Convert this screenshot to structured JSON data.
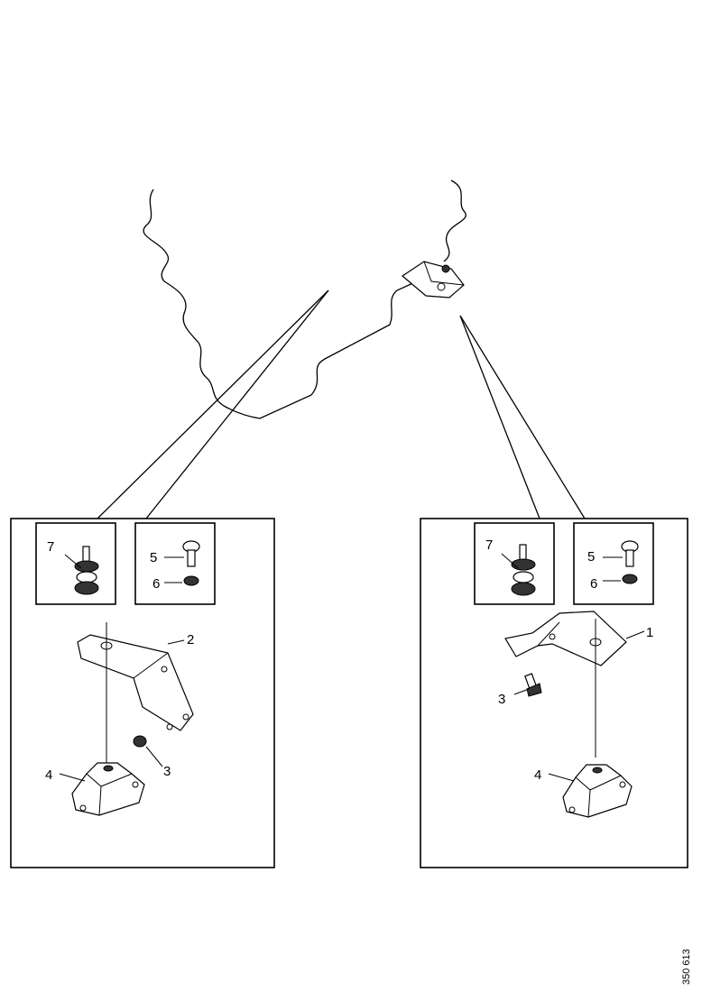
{
  "callouts": {
    "left": {
      "bolt_assembly": "7",
      "screw": "5",
      "washer": "6",
      "bracket": "2",
      "nut": "3",
      "mount": "4"
    },
    "right": {
      "bolt_assembly": "7",
      "screw": "5",
      "washer": "6",
      "bracket": "1",
      "nut": "3",
      "mount": "4"
    }
  },
  "drawing_id": "350 613"
}
